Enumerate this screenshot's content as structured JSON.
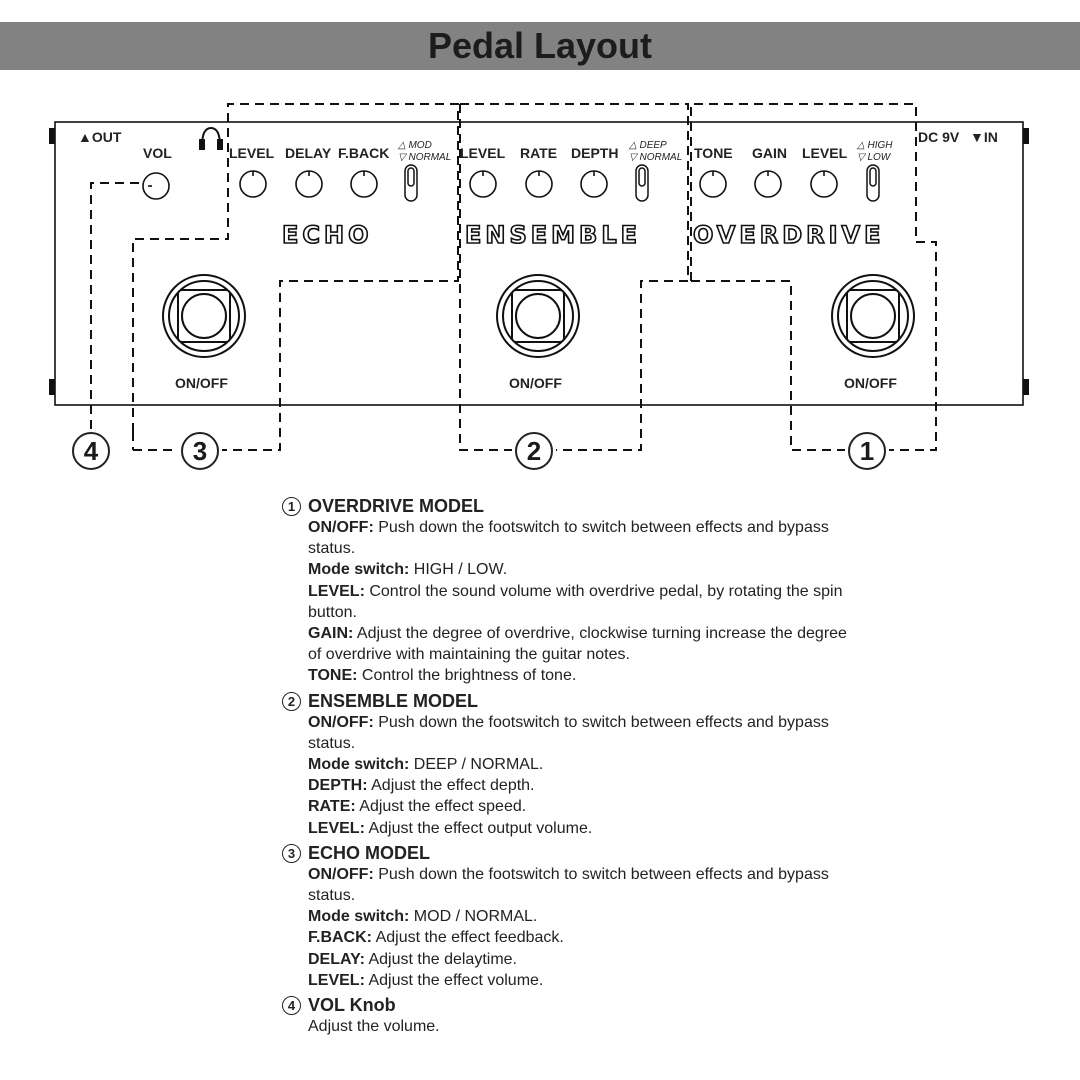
{
  "title": "Pedal Layout",
  "panel": {
    "out_label": "▲OUT",
    "in_label": "▼IN",
    "dc_label": "DC 9V",
    "vol_label": "VOL",
    "echo": {
      "name": "ECHO",
      "knobs": [
        "LEVEL",
        "DELAY",
        "F.BACK"
      ],
      "mode_top": "MOD",
      "mode_bottom": "NORMAL"
    },
    "ensemble": {
      "name": "ENSEMBLE",
      "knobs": [
        "LEVEL",
        "RATE",
        "DEPTH"
      ],
      "mode_top": "DEEP",
      "mode_bottom": "NORMAL"
    },
    "overdrive": {
      "name": "OVERDRIVE",
      "knobs": [
        "TONE",
        "GAIN",
        "LEVEL"
      ],
      "mode_top": "HIGH",
      "mode_bottom": "LOW"
    },
    "footswitch_label": "ON/OFF"
  },
  "callouts": [
    "1",
    "2",
    "3",
    "4"
  ],
  "sections": [
    {
      "num": "1",
      "heading": "OVERDRIVE MODEL",
      "items": [
        {
          "label": "ON/OFF:",
          "text": " Push down the footswitch to switch between effects and bypass status."
        },
        {
          "label": "Mode switch:",
          "text": " HIGH / LOW."
        },
        {
          "label": "LEVEL:",
          "text": " Control the sound volume with overdrive pedal, by rotating the spin button."
        },
        {
          "label": "GAIN:",
          "text": " Adjust the degree of overdrive, clockwise turning increase the degree of overdrive with maintaining the guitar notes."
        },
        {
          "label": "TONE:",
          "text": " Control the brightness of tone."
        }
      ]
    },
    {
      "num": "2",
      "heading": "ENSEMBLE MODEL",
      "items": [
        {
          "label": "ON/OFF:",
          "text": " Push down the footswitch to switch between effects and bypass status."
        },
        {
          "label": "Mode switch:",
          "text": " DEEP / NORMAL."
        },
        {
          "label": "DEPTH:",
          "text": " Adjust the effect depth."
        },
        {
          "label": "RATE:",
          "text": " Adjust the effect speed."
        },
        {
          "label": "LEVEL:",
          "text": " Adjust the effect output volume."
        }
      ]
    },
    {
      "num": "3",
      "heading": "ECHO MODEL",
      "items": [
        {
          "label": "ON/OFF:",
          "text": " Push down the footswitch to switch between effects and bypass status."
        },
        {
          "label": "Mode switch:",
          "text": " MOD / NORMAL."
        },
        {
          "label": "F.BACK:",
          "text": " Adjust the effect feedback."
        },
        {
          "label": "DELAY:",
          "text": " Adjust the delaytime."
        },
        {
          "label": "LEVEL:",
          "text": " Adjust the effect volume."
        }
      ]
    },
    {
      "num": "4",
      "heading": "VOL Knob",
      "items": [
        {
          "label": "",
          "text": "Adjust the volume."
        }
      ]
    }
  ]
}
